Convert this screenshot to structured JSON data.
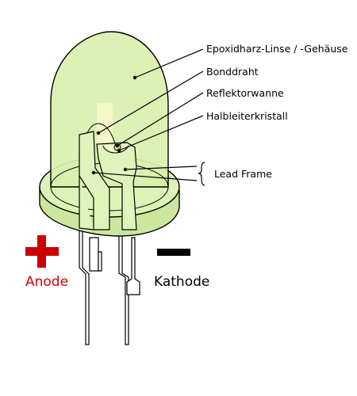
{
  "labels": {
    "epoxy": "Epoxidharz-Linse / -Gehäuse",
    "bond_wire": "Bonddraht",
    "reflector": "Reflektorwanne",
    "semiconductor": "Halbleiterkristall",
    "lead_frame": "Lead Frame"
  },
  "terminals": {
    "anode": "Anode",
    "cathode": "Kathode"
  },
  "colors": {
    "lens_fill": "#d9f0ad",
    "lens_shade": "#c8e69a",
    "anode_accent": "#cc0000",
    "outline": "#000000"
  },
  "icons": {
    "anode_symbol": "plus-icon",
    "cathode_symbol": "minus-icon"
  }
}
